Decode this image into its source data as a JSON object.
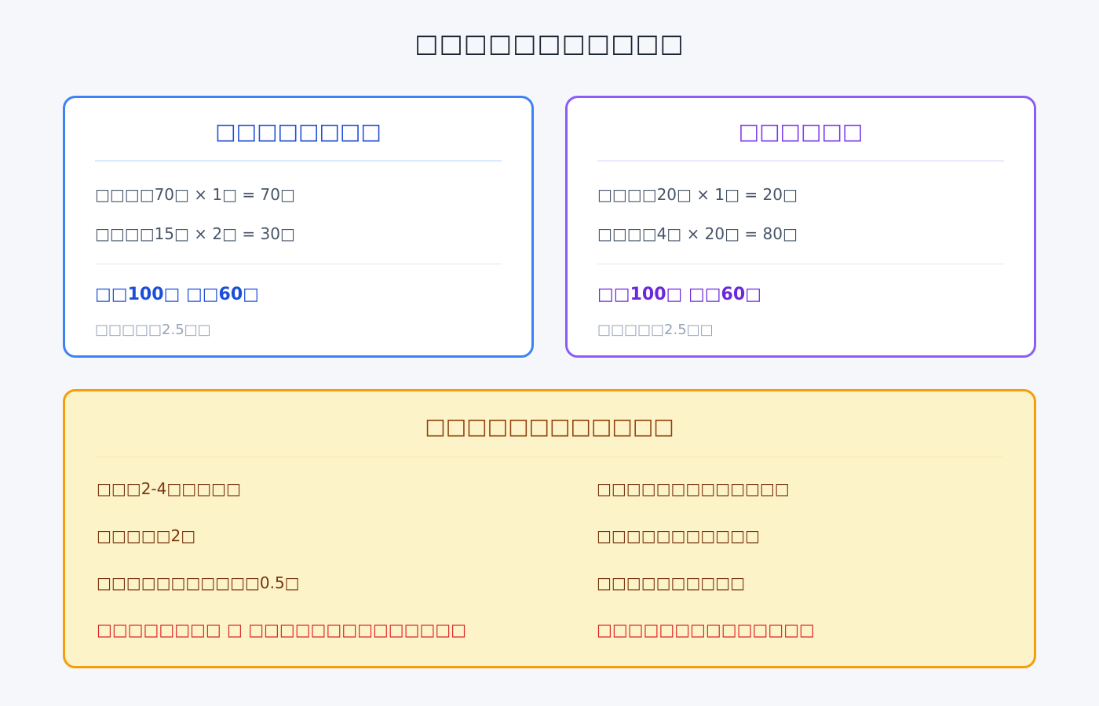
{
  "page": {
    "title": "□□□□□□□□□□□",
    "background": "#f5f7fa",
    "title_color": "#1a2332"
  },
  "calc_cards": [
    {
      "header": "□□□□□□□□",
      "lines": [
        "□□□□70□ × 1□ = 70□",
        "□□□□15□ × 2□ = 30□"
      ],
      "result": "□□100□ □□60□",
      "note": "□□□□□2.5□□",
      "border_color": "#3b82f6",
      "header_color": "#1d4ed8",
      "divider_color": "#dbeafe",
      "result_color": "#1d4ed8"
    },
    {
      "header": "□□□□□□",
      "lines": [
        "□□□□20□ × 1□ = 20□",
        "□□□□4□ × 20□ = 80□"
      ],
      "result": "□□100□ □□60□",
      "note": "□□□□□2.5□□",
      "border_color": "#8b5cf6",
      "header_color": "#7c3aed",
      "divider_color": "#ede9fe",
      "result_color": "#6d28d9"
    }
  ],
  "summary_card": {
    "header": "□□□□□□□□□□□□",
    "left_lines": [
      "□□□2-4□□□□□",
      "□□□□□2□",
      "□□□□□□□□□□□0.5□"
    ],
    "left_highlight": "□□□□□□□□ □ □□□□□□□□□□□□□□",
    "right_lines": [
      "□□□□□□□□□□□□□",
      "□□□□□□□□□□□",
      "□□□□□□□□□□"
    ],
    "right_highlight": "□□□□□□□□□□□□□□",
    "background": "#fdf3c8",
    "border_color": "#f59e0b",
    "header_color": "#92400e",
    "body_color": "#78350f",
    "highlight_color": "#dc2626"
  },
  "shared_colors": {
    "body_text": "#475569",
    "note_text": "#94a3b8",
    "mid_divider": "#e5e7eb"
  }
}
